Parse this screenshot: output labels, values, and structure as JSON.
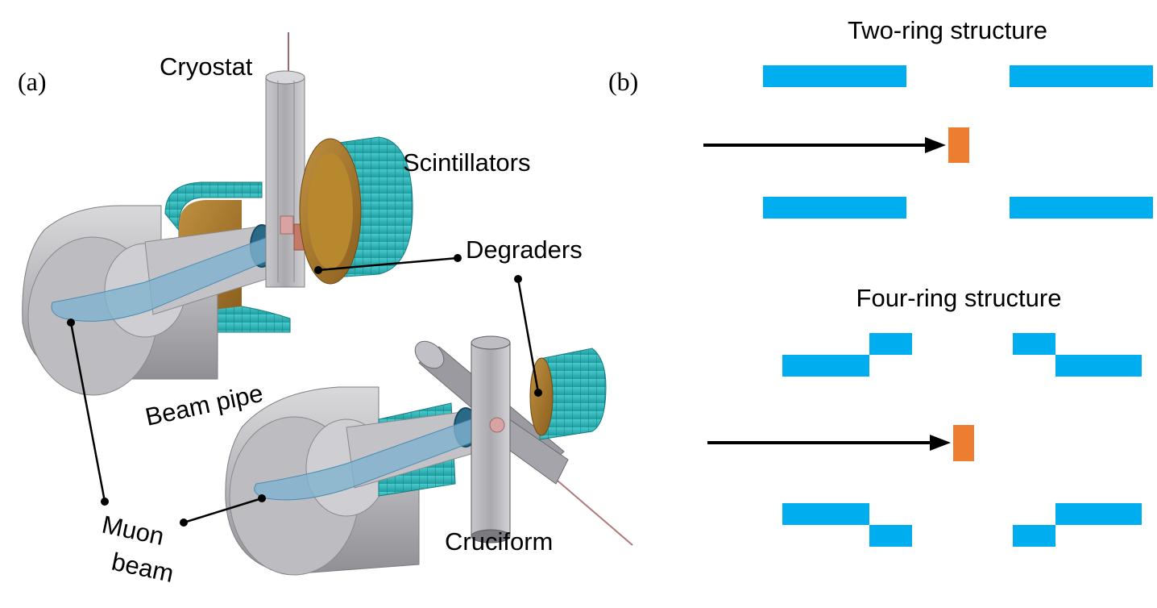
{
  "panel_a": {
    "tag": "(a)",
    "labels": {
      "cryostat": "Cryostat",
      "scintillators": "Scintillators",
      "degraders": "Degraders",
      "beam_pipe": "Beam pipe",
      "muon": "Muon",
      "beam": "beam",
      "cruciform": "Cruciform"
    }
  },
  "panel_b": {
    "tag": "(b)",
    "two_ring_title": "Two-ring structure",
    "four_ring_title": "Four-ring structure"
  },
  "colors": {
    "scintillator": "#00AEEF",
    "target": "#ED7D31",
    "arrow": "#000000",
    "metal": "#B9B9BD",
    "teal": "#2BB7B9",
    "copper": "#A8782A",
    "beam_fill": "#7FB3D0"
  }
}
